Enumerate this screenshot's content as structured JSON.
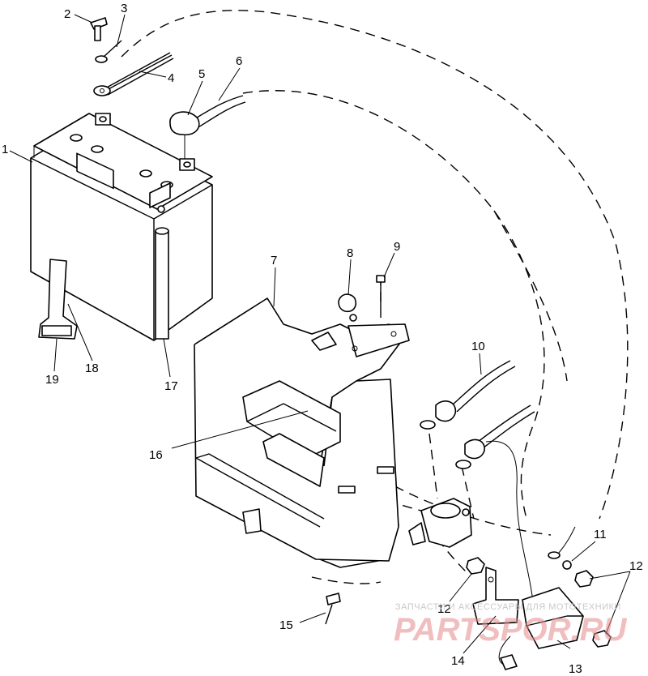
{
  "callouts": [
    "1",
    "2",
    "3",
    "4",
    "5",
    "6",
    "7",
    "8",
    "9",
    "10",
    "11",
    "12",
    "12",
    "12",
    "13",
    "14",
    "15",
    "16",
    "17",
    "18",
    "19"
  ],
  "watermark": {
    "small": "ЗАПЧАСТИ И АКСЕССУАРЫ ДЛЯ МОТОТЕХНИКИ",
    "large": "PARTSPOR.RU"
  }
}
